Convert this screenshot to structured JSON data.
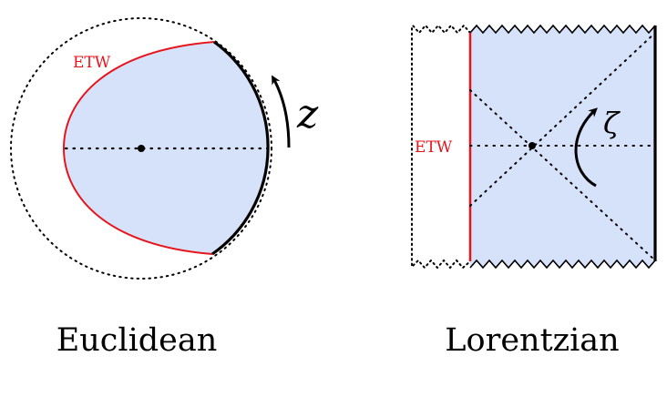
{
  "colors": {
    "fill": "#d6e2fa",
    "etw": "#e8141b",
    "ink": "#000000"
  },
  "euclidean": {
    "caption": "Euclidean",
    "etw_label": "ETW",
    "variable_label": "z"
  },
  "lorentzian": {
    "caption": "Lorentzian",
    "etw_label": "ETW",
    "variable_label": "ζ"
  }
}
